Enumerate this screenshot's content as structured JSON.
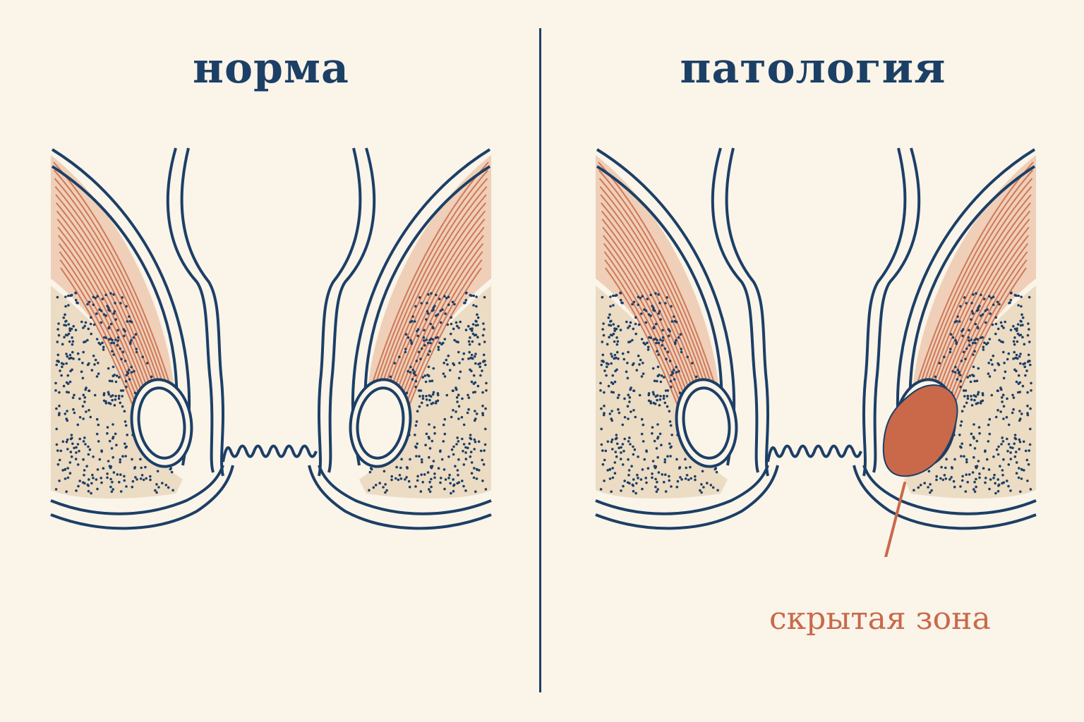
{
  "labels": {
    "normal": "норма",
    "pathology": "патология",
    "hidden_zone": "скрытая зона"
  },
  "colors": {
    "ink": "#1c3f66",
    "accent": "#c9694a",
    "muscle_fill": "#efcfb7",
    "fat_fill": "#ecdcc4",
    "background": "#faf4e9"
  }
}
